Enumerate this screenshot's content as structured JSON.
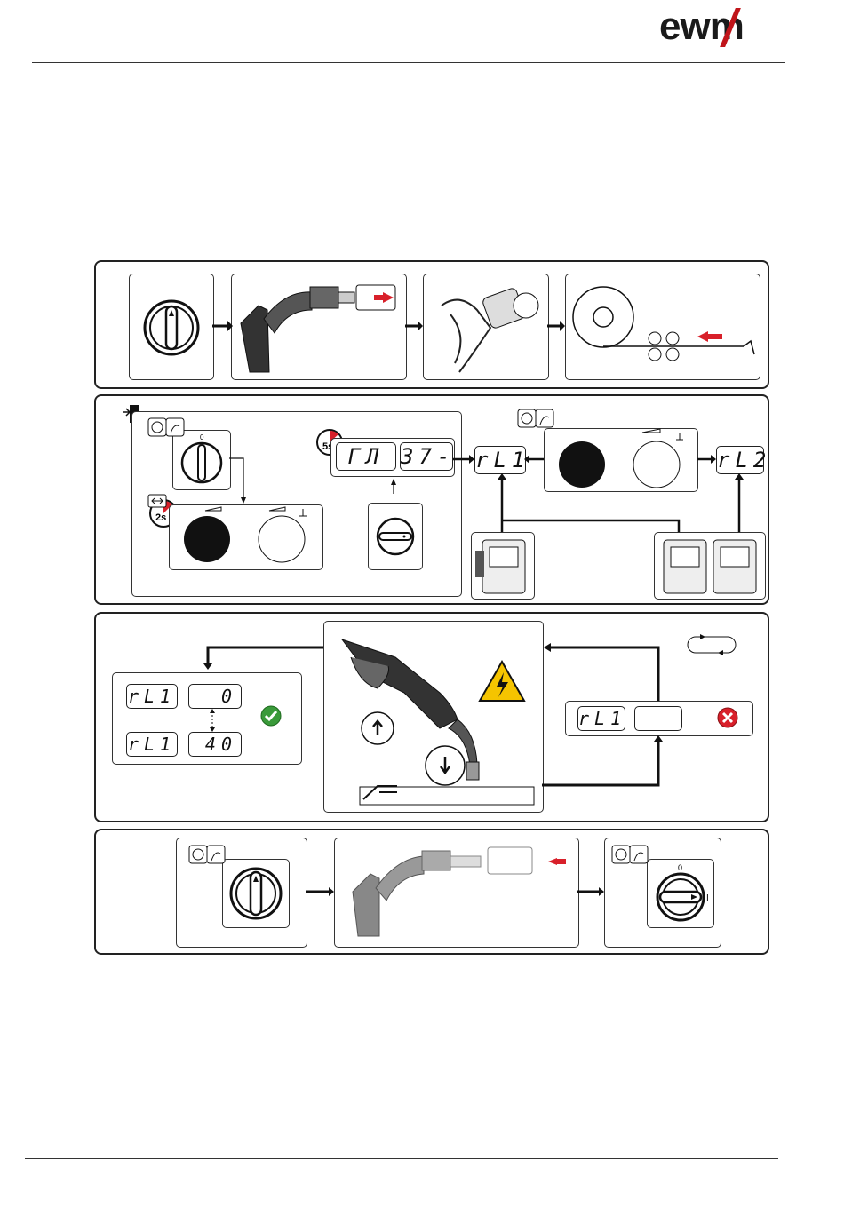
{
  "brand": {
    "logo_text": "ewm",
    "accent_color": "#c0151a"
  },
  "section2": {
    "timer_5s": "5s",
    "timer_2s": "2s",
    "lcd_left_a": "ГЛ",
    "lcd_left_b": "37-",
    "lcd_rl1": "rL1",
    "lcd_rl2": "rL2",
    "switch_zero": "0"
  },
  "section3": {
    "lcd_rl1_a": "rL1",
    "value_a": "0",
    "lcd_rl1_b": "rL1",
    "value_b": "40",
    "lcd_rl1_c": "rL1",
    "ok_color": "#3a9a3a",
    "error_color": "#d8202a"
  },
  "section4": {
    "switch_zero": "0",
    "switch_one": "I"
  },
  "icons": [
    "power-switch-icon",
    "torch-icon",
    "pliers-icon",
    "wire-spool-icon",
    "door-icon",
    "timer-icon",
    "knob-icon",
    "welding-machine-icon",
    "warning-high-voltage-icon",
    "check-icon",
    "cross-icon",
    "loop-icon"
  ]
}
